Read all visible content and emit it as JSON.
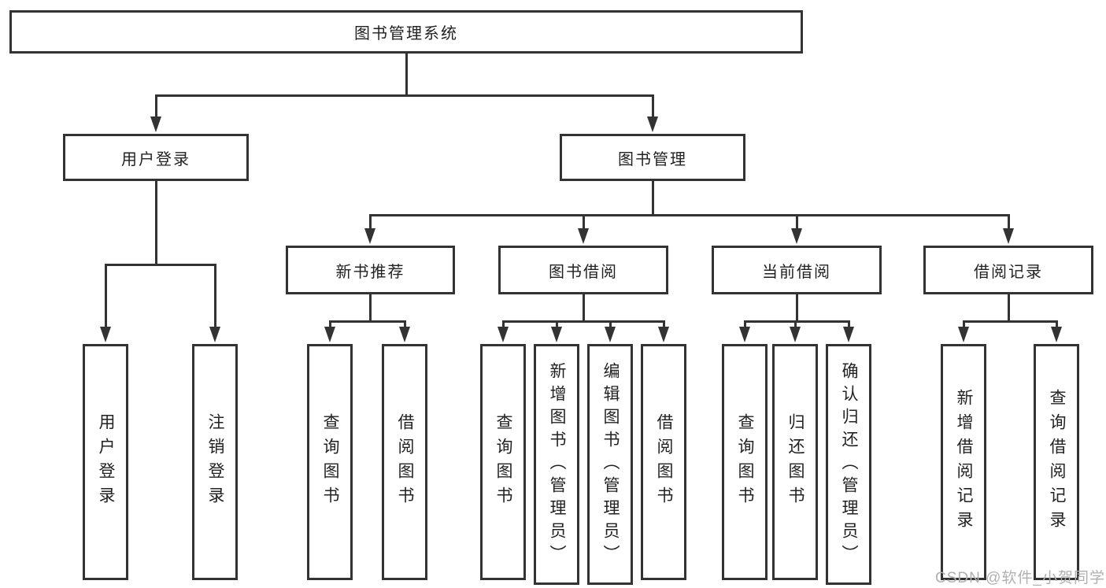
{
  "tree": {
    "root": {
      "label": "图书管理系统",
      "children": [
        {
          "label": "用户登录",
          "children": [
            {
              "label": "用户登录"
            },
            {
              "label": "注销登录"
            }
          ]
        },
        {
          "label": "图书管理",
          "children": [
            {
              "label": "新书推荐",
              "children": [
                {
                  "label": "查询图书"
                },
                {
                  "label": "借阅图书"
                }
              ]
            },
            {
              "label": "图书借阅",
              "children": [
                {
                  "label": "查询图书"
                },
                {
                  "label": "新增图书（管理员）"
                },
                {
                  "label": "编辑图书（管理员）"
                },
                {
                  "label": "借阅图书"
                }
              ]
            },
            {
              "label": "当前借阅",
              "children": [
                {
                  "label": "查询图书"
                },
                {
                  "label": "归还图书"
                },
                {
                  "label": "确认归还（管理员）"
                }
              ]
            },
            {
              "label": "借阅记录",
              "children": [
                {
                  "label": "新增借阅记录"
                },
                {
                  "label": "查询借阅记录"
                }
              ]
            }
          ]
        }
      ]
    }
  },
  "watermark": "CSDN @软件_小贺同学",
  "colors": {
    "line": "#333333",
    "text": "#222222",
    "watermark": "#b0b0b0",
    "background": "#ffffff"
  }
}
